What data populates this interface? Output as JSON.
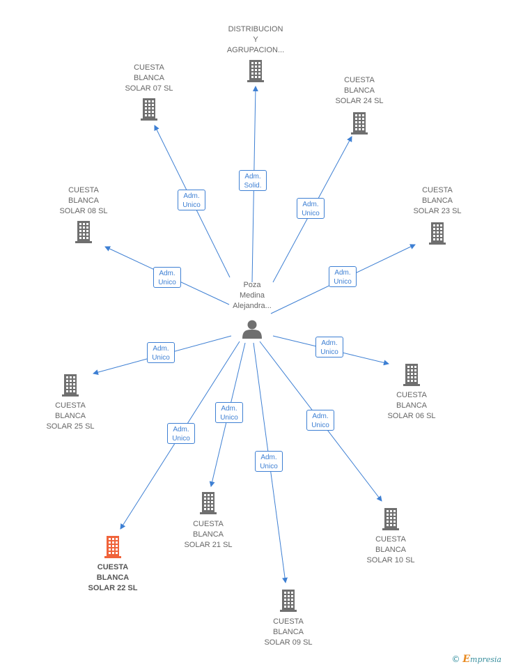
{
  "person": {
    "label": [
      "Poza",
      "Medina",
      "Alejandra..."
    ],
    "icon": "person-icon"
  },
  "companies": [
    {
      "id": "distribucion",
      "label": [
        "DISTRIBUCION",
        "Y",
        "AGRUPACION..."
      ],
      "relation": [
        "Adm.",
        "Solid."
      ],
      "highlight": false
    },
    {
      "id": "solar07",
      "label": [
        "CUESTA",
        "BLANCA",
        "SOLAR 07 SL"
      ],
      "relation": [
        "Adm.",
        "Unico"
      ],
      "highlight": false
    },
    {
      "id": "solar24",
      "label": [
        "CUESTA",
        "BLANCA",
        "SOLAR 24 SL"
      ],
      "relation": [
        "Adm.",
        "Unico"
      ],
      "highlight": false
    },
    {
      "id": "solar08",
      "label": [
        "CUESTA",
        "BLANCA",
        "SOLAR 08 SL"
      ],
      "relation": [
        "Adm.",
        "Unico"
      ],
      "highlight": false
    },
    {
      "id": "solar23",
      "label": [
        "CUESTA",
        "BLANCA",
        "SOLAR 23 SL"
      ],
      "relation": [
        "Adm.",
        "Unico"
      ],
      "highlight": false
    },
    {
      "id": "solar25",
      "label": [
        "CUESTA",
        "BLANCA",
        "SOLAR 25 SL"
      ],
      "relation": [
        "Adm.",
        "Unico"
      ],
      "highlight": false
    },
    {
      "id": "solar06",
      "label": [
        "CUESTA",
        "BLANCA",
        "SOLAR 06 SL"
      ],
      "relation": [
        "Adm.",
        "Unico"
      ],
      "highlight": false
    },
    {
      "id": "solar21",
      "label": [
        "CUESTA",
        "BLANCA",
        "SOLAR 21 SL"
      ],
      "relation": [
        "Adm.",
        "Unico"
      ],
      "highlight": false
    },
    {
      "id": "solar10",
      "label": [
        "CUESTA",
        "BLANCA",
        "SOLAR 10 SL"
      ],
      "relation": [
        "Adm.",
        "Unico"
      ],
      "highlight": false
    },
    {
      "id": "solar22",
      "label": [
        "CUESTA",
        "BLANCA",
        "SOLAR 22 SL"
      ],
      "relation": [
        "Adm.",
        "Unico"
      ],
      "highlight": true
    },
    {
      "id": "solar09",
      "label": [
        "CUESTA",
        "BLANCA",
        "SOLAR 09 SL"
      ],
      "relation": [
        "Adm.",
        "Unico"
      ],
      "highlight": false
    }
  ],
  "colors": {
    "edge": "#3d7fd3",
    "node": "#6f6f6f",
    "highlight": "#f0633a",
    "text": "#666666"
  },
  "icons": {
    "company": "building-icon",
    "copyright": "copyright-icon"
  },
  "footer": {
    "symbol": "©",
    "brand_initial": "E",
    "brand_rest": "mpresia"
  }
}
